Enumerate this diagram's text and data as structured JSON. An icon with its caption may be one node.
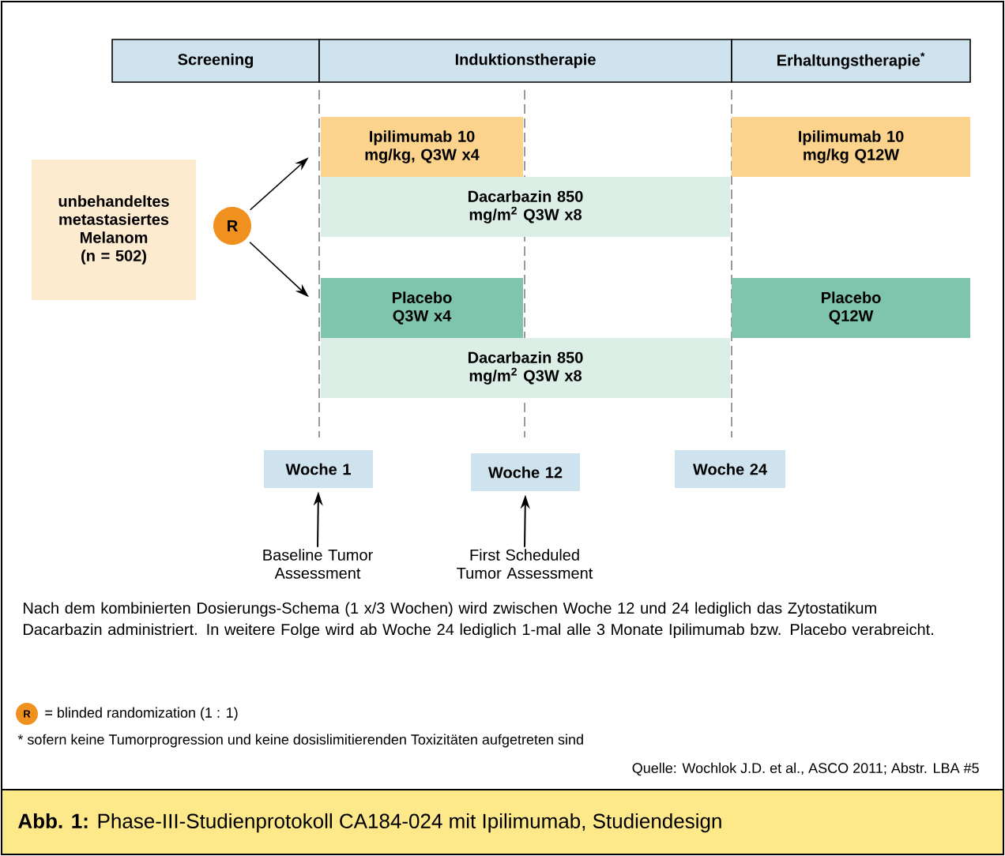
{
  "diagram": {
    "caption": "**Abb. 1:** Phase-III-Studienprotokoll CA184-024 mit Ipilimumab, Studiendesign",
    "nodes": [
      {
        "text": [
          "Screening"
        ]
      },
      {
        "text": [
          "Induktionstherapie"
        ]
      },
      {
        "text": [
          "Erhaltungstherapie$^{*}$"
        ]
      },
      {
        "text": [
          "unbehandeltes metastasiertes Melanom (n = 502)"
        ]
      },
      {
        "text": [
          "R"
        ]
      },
      {
        "text": [
          "Ipilimumab 10 mg/kg, Q3W x4"
        ]
      },
      {
        "text": [
          "Dacarbazin 850 mg/m$^{2}$ Q3W x8"
        ]
      },
      {
        "text": [
          "Ipilimumab 10 mg/kg Q12W"
        ]
      },
      {
        "text": [
          "Placebo Q3W x4"
        ]
      },
      {
        "text": [
          "Dacarbazin 850 mg/m$^{2}$ Q3W x8"
        ]
      },
      {
        "text": [
          "Placebo Q12W"
        ]
      },
      {
        "text": [
          "Woche 1"
        ]
      },
      {
        "text": [
          "Woche 12"
        ]
      },
      {
        "text": [
          "Woche 24"
        ]
      },
      {
        "text": [
          "Baseline Tumor Assessment"
        ]
      },
      {
        "text": [
          "First Scheduled Tumor Assessment"
        ]
      }
    ],
    "edges": [
      {
        "from": 4,
        "to": 5,
        "arrow": "to"
      },
      {
        "from": 4,
        "to": 8,
        "arrow": "to"
      },
      {
        "from": 14,
        "to": 11,
        "arrow": "to"
      },
      {
        "from": 15,
        "to": 12,
        "arrow": "to"
      }
    ],
    "labels": [
      "Nach dem kombinierten Dosierungs-Schema (1 x/3 Wochen) wird zwischen Woche 12 und 24 lediglich das Zytostatikum Dacarbazin administriert. In weitere Folge wird ab Woche 24 lediglich 1-mal alle 3 Monate Ipilimumab bzw. Placebo verabreicht.",
      "R",
      "* sofern keine Tumorprogression und keine dosislimitierenden Toxizitäten aufgetreten sind",
      "Quelle: Wochlok J.D. et al., ASCO 2011; Abstr. LBA #5"
    ],
    "legend": [
      {
        "text": "= blinded randomization (1 : 1)"
      }
    ]
  }
}
